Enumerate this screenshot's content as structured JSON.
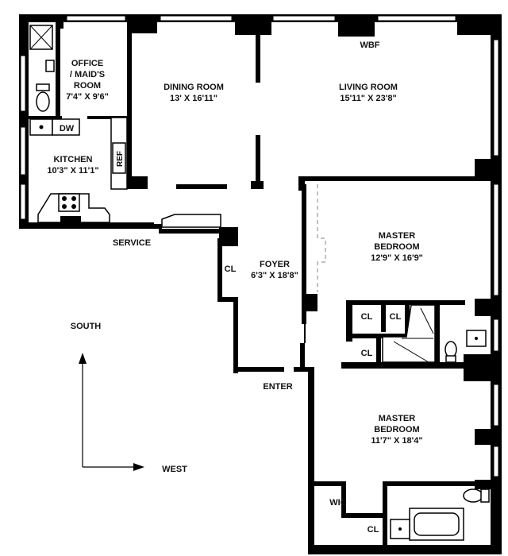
{
  "rooms": {
    "office": {
      "name_line1": "OFFICE",
      "name_line2": "/ MAID'S",
      "name_line3": "ROOM",
      "dims": "7'4\" X 9'6\""
    },
    "dining": {
      "name": "DINING ROOM",
      "dims": "13' X 16'11\""
    },
    "living": {
      "name": "LIVING ROOM",
      "dims": "15'11\" X 23'8\""
    },
    "kitchen": {
      "name": "KITCHEN",
      "dims": "10'3\" X 11'1\""
    },
    "master1": {
      "name_line1": "MASTER",
      "name_line2": "BEDROOM",
      "dims": "12'9\" X 16'9\""
    },
    "foyer": {
      "name": "FOYER",
      "dims": "6'3\" X 18'8\""
    },
    "master2": {
      "name_line1": "MASTER",
      "name_line2": "BEDROOM",
      "dims": "11'7\" X 18'4\""
    }
  },
  "labels": {
    "wbf": "WBF",
    "dw": "DW",
    "ref": "REF",
    "service": "SERVICE",
    "cl": "CL",
    "enter": "ENTER",
    "wic": "WIC"
  },
  "compass": {
    "south": "SOUTH",
    "west": "WEST"
  }
}
